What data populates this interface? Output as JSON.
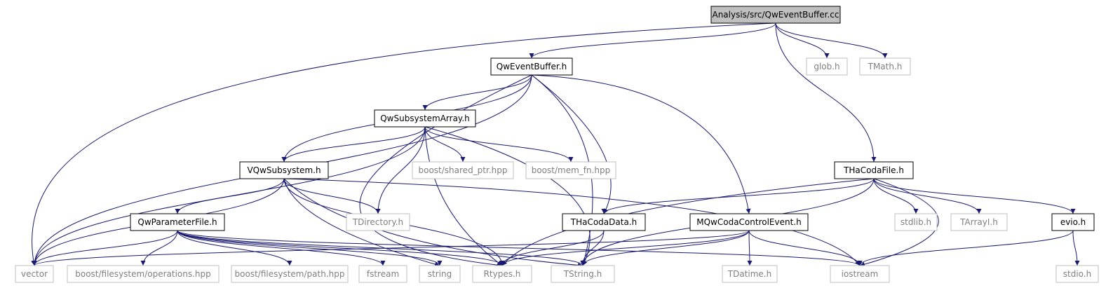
{
  "colors": {
    "edge": "#191970",
    "root_fill": "#bfbfbf",
    "node_border": "#000000",
    "system_border": "#bfbfbf",
    "system_text": "#7f7f7f",
    "text": "#000000"
  },
  "nodes": [
    {
      "id": "root",
      "label": "Analysis/src/QwEventBuffer.cc",
      "kind": "root"
    },
    {
      "id": "qweb",
      "label": "QwEventBuffer.h",
      "kind": "local"
    },
    {
      "id": "glob",
      "label": "glob.h",
      "kind": "system"
    },
    {
      "id": "tmath",
      "label": "TMath.h",
      "kind": "system"
    },
    {
      "id": "qwsa",
      "label": "QwSubsystemArray.h",
      "kind": "local"
    },
    {
      "id": "bsp",
      "label": "boost/shared_ptr.hpp",
      "kind": "system"
    },
    {
      "id": "bmf",
      "label": "boost/mem_fn.hpp",
      "kind": "system"
    },
    {
      "id": "vqws",
      "label": "VQwSubsystem.h",
      "kind": "local"
    },
    {
      "id": "thcf",
      "label": "THaCodaFile.h",
      "kind": "local"
    },
    {
      "id": "tdir",
      "label": "TDirectory.h",
      "kind": "system"
    },
    {
      "id": "qwpf",
      "label": "QwParameterFile.h",
      "kind": "local"
    },
    {
      "id": "thcd",
      "label": "THaCodaData.h",
      "kind": "local"
    },
    {
      "id": "mqcce",
      "label": "MQwCodaControlEvent.h",
      "kind": "local"
    },
    {
      "id": "stdlib",
      "label": "stdlib.h",
      "kind": "system"
    },
    {
      "id": "tarrayi",
      "label": "TArrayI.h",
      "kind": "system"
    },
    {
      "id": "evio",
      "label": "evio.h",
      "kind": "local"
    },
    {
      "id": "vector",
      "label": "vector",
      "kind": "system"
    },
    {
      "id": "bfo",
      "label": "boost/filesystem/operations.hpp",
      "kind": "system"
    },
    {
      "id": "bfp",
      "label": "boost/filesystem/path.hpp",
      "kind": "system"
    },
    {
      "id": "fstream",
      "label": "fstream",
      "kind": "system"
    },
    {
      "id": "string",
      "label": "string",
      "kind": "system"
    },
    {
      "id": "rtypes",
      "label": "Rtypes.h",
      "kind": "system"
    },
    {
      "id": "tstring",
      "label": "TString.h",
      "kind": "system"
    },
    {
      "id": "tdatime",
      "label": "TDatime.h",
      "kind": "system"
    },
    {
      "id": "iostream",
      "label": "iostream",
      "kind": "system"
    },
    {
      "id": "stdio",
      "label": "stdio.h",
      "kind": "system"
    }
  ],
  "edges": [
    {
      "from": "root",
      "to": "vector"
    },
    {
      "from": "root",
      "to": "qweb"
    },
    {
      "from": "root",
      "to": "glob"
    },
    {
      "from": "root",
      "to": "tmath"
    },
    {
      "from": "root",
      "to": "thcf"
    },
    {
      "from": "qweb",
      "to": "vector"
    },
    {
      "from": "qweb",
      "to": "qwsa"
    },
    {
      "from": "qweb",
      "to": "vqws"
    },
    {
      "from": "qweb",
      "to": "rtypes"
    },
    {
      "from": "qweb",
      "to": "thcd"
    },
    {
      "from": "qweb",
      "to": "tstring"
    },
    {
      "from": "qweb",
      "to": "mqcce"
    },
    {
      "from": "qwsa",
      "to": "vector"
    },
    {
      "from": "qwsa",
      "to": "vqws"
    },
    {
      "from": "qwsa",
      "to": "tdir"
    },
    {
      "from": "qwsa",
      "to": "rtypes"
    },
    {
      "from": "qwsa",
      "to": "bsp"
    },
    {
      "from": "qwsa",
      "to": "bmf"
    },
    {
      "from": "qwsa",
      "to": "tstring"
    },
    {
      "from": "vqws",
      "to": "vector"
    },
    {
      "from": "vqws",
      "to": "qwpf"
    },
    {
      "from": "vqws",
      "to": "tdir"
    },
    {
      "from": "vqws",
      "to": "string"
    },
    {
      "from": "vqws",
      "to": "rtypes"
    },
    {
      "from": "vqws",
      "to": "tstring"
    },
    {
      "from": "vqws",
      "to": "iostream"
    },
    {
      "from": "qwpf",
      "to": "vector"
    },
    {
      "from": "qwpf",
      "to": "bfo"
    },
    {
      "from": "qwpf",
      "to": "bfp"
    },
    {
      "from": "qwpf",
      "to": "fstream"
    },
    {
      "from": "qwpf",
      "to": "string"
    },
    {
      "from": "qwpf",
      "to": "rtypes"
    },
    {
      "from": "qwpf",
      "to": "tstring"
    },
    {
      "from": "qwpf",
      "to": "iostream"
    },
    {
      "from": "thcd",
      "to": "rtypes"
    },
    {
      "from": "thcd",
      "to": "tstring"
    },
    {
      "from": "mqcce",
      "to": "vector"
    },
    {
      "from": "mqcce",
      "to": "rtypes"
    },
    {
      "from": "mqcce",
      "to": "tstring"
    },
    {
      "from": "mqcce",
      "to": "tdatime"
    },
    {
      "from": "mqcce",
      "to": "iostream"
    },
    {
      "from": "thcf",
      "to": "thcd"
    },
    {
      "from": "thcf",
      "to": "rtypes"
    },
    {
      "from": "thcf",
      "to": "tstring"
    },
    {
      "from": "thcf",
      "to": "stdlib"
    },
    {
      "from": "thcf",
      "to": "tarrayi"
    },
    {
      "from": "thcf",
      "to": "evio"
    },
    {
      "from": "thcf",
      "to": "iostream"
    },
    {
      "from": "evio",
      "to": "iostream"
    },
    {
      "from": "evio",
      "to": "stdio"
    }
  ]
}
